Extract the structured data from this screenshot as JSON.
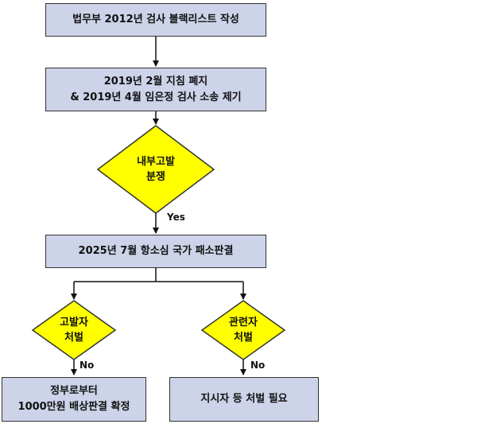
{
  "nodes": {
    "blacklist": {
      "text": "법무부 2012년 검사 블랙리스트 작성"
    },
    "abolish": {
      "line1": "2019년 2월 지침 폐지",
      "line2": "& 2019년 4월 임은정 검사 소송 제기"
    },
    "dispute": {
      "line1": "내부고발",
      "line2": "분쟁"
    },
    "ruling": {
      "text": "2025년 7월 항소심 국가 패소판결"
    },
    "whistleblower": {
      "line1": "고발자",
      "line2": "처벌"
    },
    "related": {
      "line1": "관련자",
      "line2": "처벌"
    },
    "compensation": {
      "line1": "정부로부터",
      "line2": "1000만원 배상판결 확정"
    },
    "punish_needed": {
      "text": "지시자 등 처벌 필요"
    }
  },
  "edges": {
    "yes_label": "Yes",
    "no_left_label": "No",
    "no_right_label": "No"
  },
  "colors": {
    "box_fill": "#cdd3e8",
    "diamond_fill": "#ffff00",
    "stroke": "#333333"
  }
}
